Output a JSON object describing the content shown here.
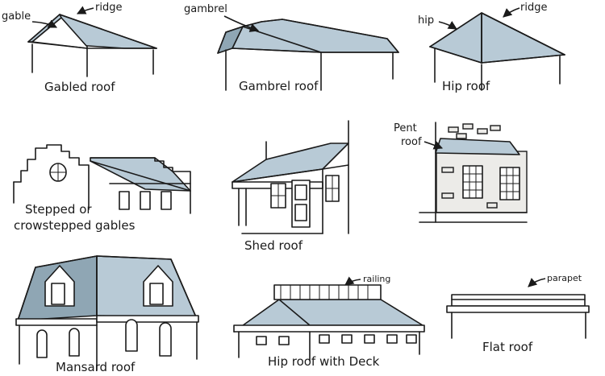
{
  "panels": {
    "gabled": {
      "caption": "Gabled roof",
      "labels": {
        "gable": "gable",
        "ridge": "ridge"
      }
    },
    "gambrel": {
      "caption": "Gambrel roof",
      "labels": {
        "gambrel": "gambrel"
      }
    },
    "hip": {
      "caption": "Hip roof",
      "labels": {
        "hip": "hip",
        "ridge": "ridge"
      }
    },
    "stepped": {
      "caption_line1": "Stepped or",
      "caption_line2": "crowstepped gables"
    },
    "shed": {
      "caption": "Shed roof"
    },
    "pent": {
      "label_line1": "Pent",
      "label_line2": "roof"
    },
    "mansard": {
      "caption": "Mansard roof"
    },
    "hipdeck": {
      "caption": "Hip roof with Deck",
      "labels": {
        "railing": "railing"
      }
    },
    "flat": {
      "caption": "Flat roof",
      "labels": {
        "parapet": "parapet"
      }
    }
  },
  "colors": {
    "roof": "#b8cad6",
    "roof_dark": "#8fa6b4",
    "line": "#1a1a1a",
    "brick": "#ecebe8"
  }
}
